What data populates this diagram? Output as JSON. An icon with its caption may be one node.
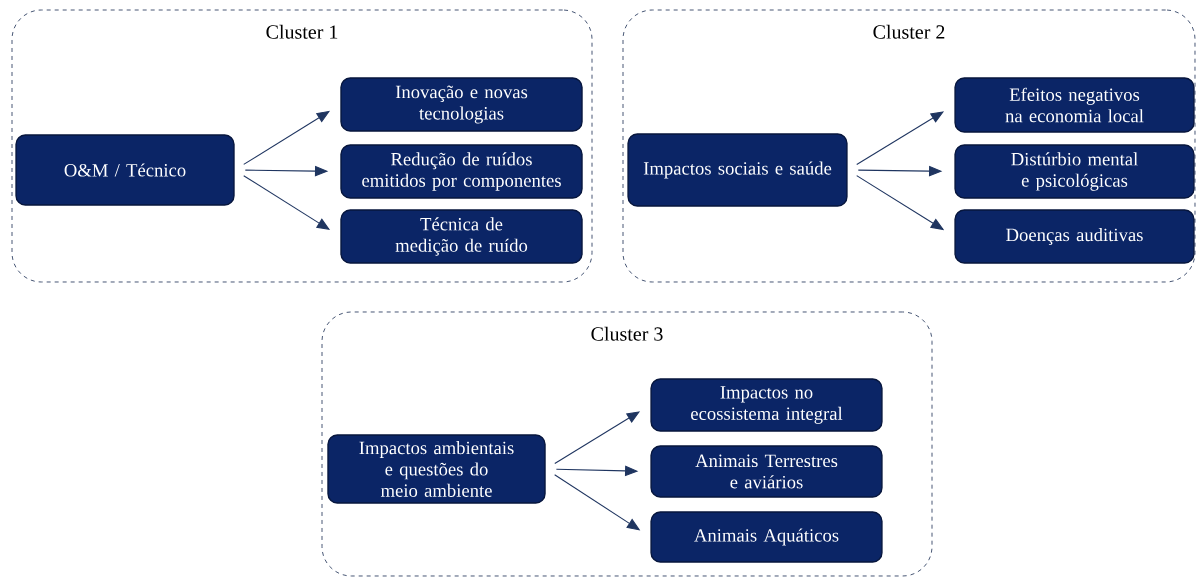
{
  "diagram": {
    "nodes": [
      {
        "text": [
          "Cluster 1"
        ]
      },
      {
        "text": [
          "O&M / Técnico"
        ],
        "in": 0
      },
      {
        "text": [
          "Inovação e novas tecnologias"
        ],
        "in": 0
      },
      {
        "text": [
          "Redução de ruídos emitidos por componentes"
        ],
        "in": 0
      },
      {
        "text": [
          "Técnica de medição de ruído"
        ],
        "in": 0
      },
      {
        "text": [
          "Cluster 2"
        ]
      },
      {
        "text": [
          "Impactos sociais e saúde"
        ],
        "in": 5
      },
      {
        "text": [
          "Efeitos negativos na economia local"
        ],
        "in": 5
      },
      {
        "text": [
          "Distúrbio mental e psicológicas"
        ],
        "in": 5
      },
      {
        "text": [
          "Doenças auditivas"
        ],
        "in": 5
      },
      {
        "text": [
          "Cluster 3"
        ]
      },
      {
        "text": [
          "Impactos ambientais e questões do meio ambiente"
        ],
        "in": 10
      },
      {
        "text": [
          "Impactos no ecossistema integral"
        ],
        "in": 10
      },
      {
        "text": [
          "Animais Terrestres e aviários"
        ],
        "in": 10
      },
      {
        "text": [
          "Animais Aquáticos"
        ],
        "in": 10
      }
    ],
    "edges": [
      {
        "from": 1,
        "to": 2,
        "arrow": "to"
      },
      {
        "from": 1,
        "to": 3,
        "arrow": "to"
      },
      {
        "from": 1,
        "to": 4,
        "arrow": "to"
      },
      {
        "from": 6,
        "to": 7,
        "arrow": "to"
      },
      {
        "from": 6,
        "to": 8,
        "arrow": "to"
      },
      {
        "from": 6,
        "to": 9,
        "arrow": "to"
      },
      {
        "from": 11,
        "to": 12,
        "arrow": "to"
      },
      {
        "from": 11,
        "to": 13,
        "arrow": "to"
      },
      {
        "from": 11,
        "to": 14,
        "arrow": "to"
      }
    ]
  }
}
